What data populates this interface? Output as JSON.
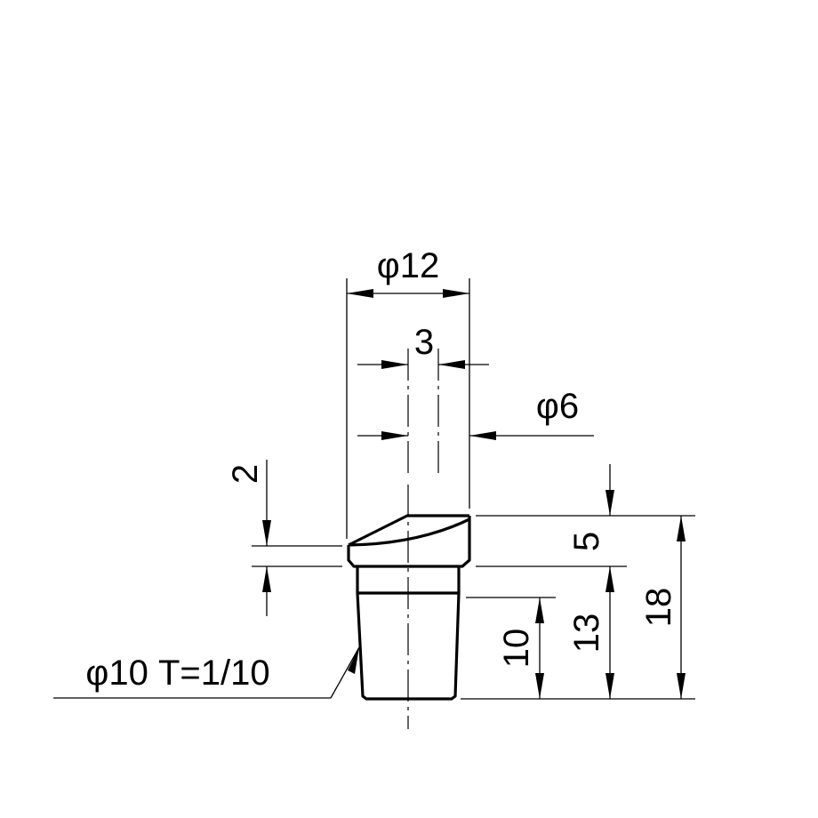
{
  "drawing": {
    "stroke_color": "#000000",
    "background": "#ffffff",
    "dimensions": {
      "overall_diameter": "φ12",
      "flat_width": "3",
      "inner_diameter": "φ6",
      "chamfer": "2",
      "head_height": "5",
      "taper_length": "10",
      "body_height": "13",
      "total_height": "18",
      "taper_spec": "φ10 T=1/10"
    }
  }
}
